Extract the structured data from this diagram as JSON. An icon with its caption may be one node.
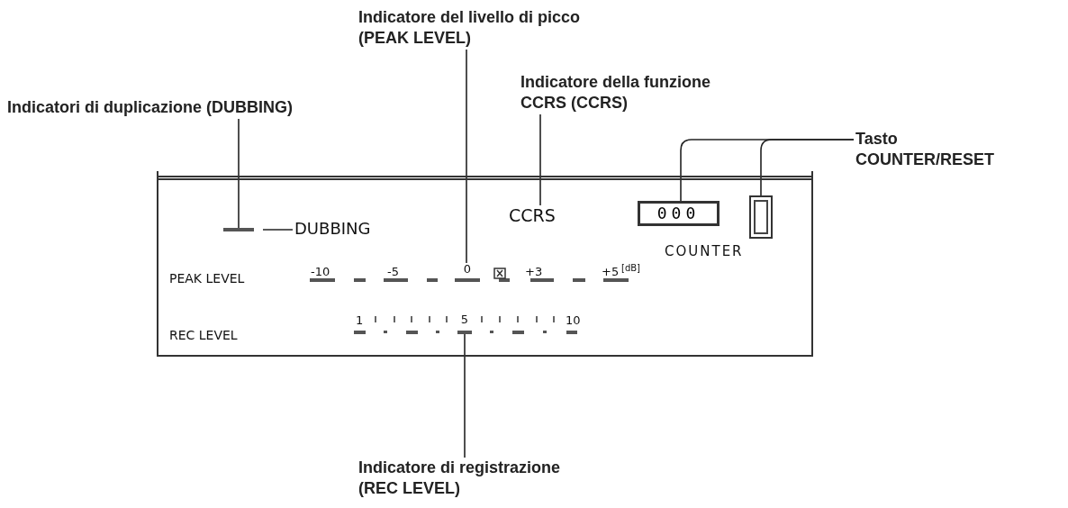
{
  "diagram": {
    "nodes": [
      {
        "text": [
          "Indicatore del livello di picco (PEAK LEVEL)"
        ]
      },
      {
        "text": [
          "Indicatori di duplicazione (DUBBING)"
        ]
      },
      {
        "text": [
          "Indicatore della funzione CCRS (CCRS)"
        ]
      },
      {
        "text": [
          "Tasto COUNTER/RESET"
        ]
      },
      {
        "text": [],
        "shape": "bar"
      },
      {
        "text": [
          "DUBBING"
        ]
      },
      {
        "text": [
          "CCRS"
        ]
      },
      {
        "text": [
          "000"
        ]
      },
      {
        "text": [],
        "shape": "box"
      },
      {
        "text": [
          "0"
        ]
      },
      {
        "text": [
          "5"
        ]
      },
      {
        "text": [
          "Indicatore di registrazione (REC LEVEL)"
        ]
      }
    ],
    "edges": [
      {
        "from": 1,
        "to": 4,
        "arrow": "none"
      },
      {
        "from": 4,
        "to": 5,
        "arrow": "none"
      },
      {
        "from": 0,
        "to": 9,
        "arrow": "none"
      },
      {
        "from": 2,
        "to": 6,
        "arrow": "none"
      },
      {
        "from": 3,
        "to": 7,
        "arrow": "none"
      },
      {
        "from": 3,
        "to": 8,
        "arrow": "none"
      },
      {
        "from": 11,
        "to": 10,
        "arrow": "none"
      }
    ],
    "labels": [
      "COUNTER",
      "PEAK LEVEL",
      "-10",
      "-5",
      "+3",
      "+5",
      "[dB]",
      "REC LEVEL",
      "1",
      "10"
    ]
  }
}
